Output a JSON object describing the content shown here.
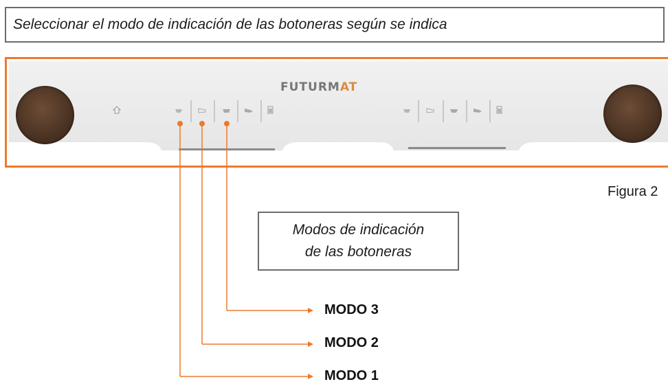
{
  "instruction": "Seleccionar el modo de indicación de las botoneras según se indica",
  "panel": {
    "brand_prefix": "FUTURM",
    "brand_suffix": "AT",
    "left_group_icons": [
      "cup-small-icon",
      "cup-medium-icon",
      "cup-large-icon",
      "cup-double-icon",
      "mug-icon"
    ],
    "right_group_icons": [
      "cup-small-icon",
      "cup-medium-icon",
      "cup-large-icon",
      "cup-double-icon",
      "mug-icon"
    ],
    "colors": {
      "frame": "#ec7a2e",
      "knob": "#4a3222",
      "leader": "#ec7a2e"
    }
  },
  "figure_label": "Figura 2",
  "legend_box": {
    "line1": "Modos de indicación",
    "line2": "de las botoneras"
  },
  "modes": [
    {
      "label": "MODO 3"
    },
    {
      "label": "MODO 2"
    },
    {
      "label": "MODO 1"
    }
  ]
}
